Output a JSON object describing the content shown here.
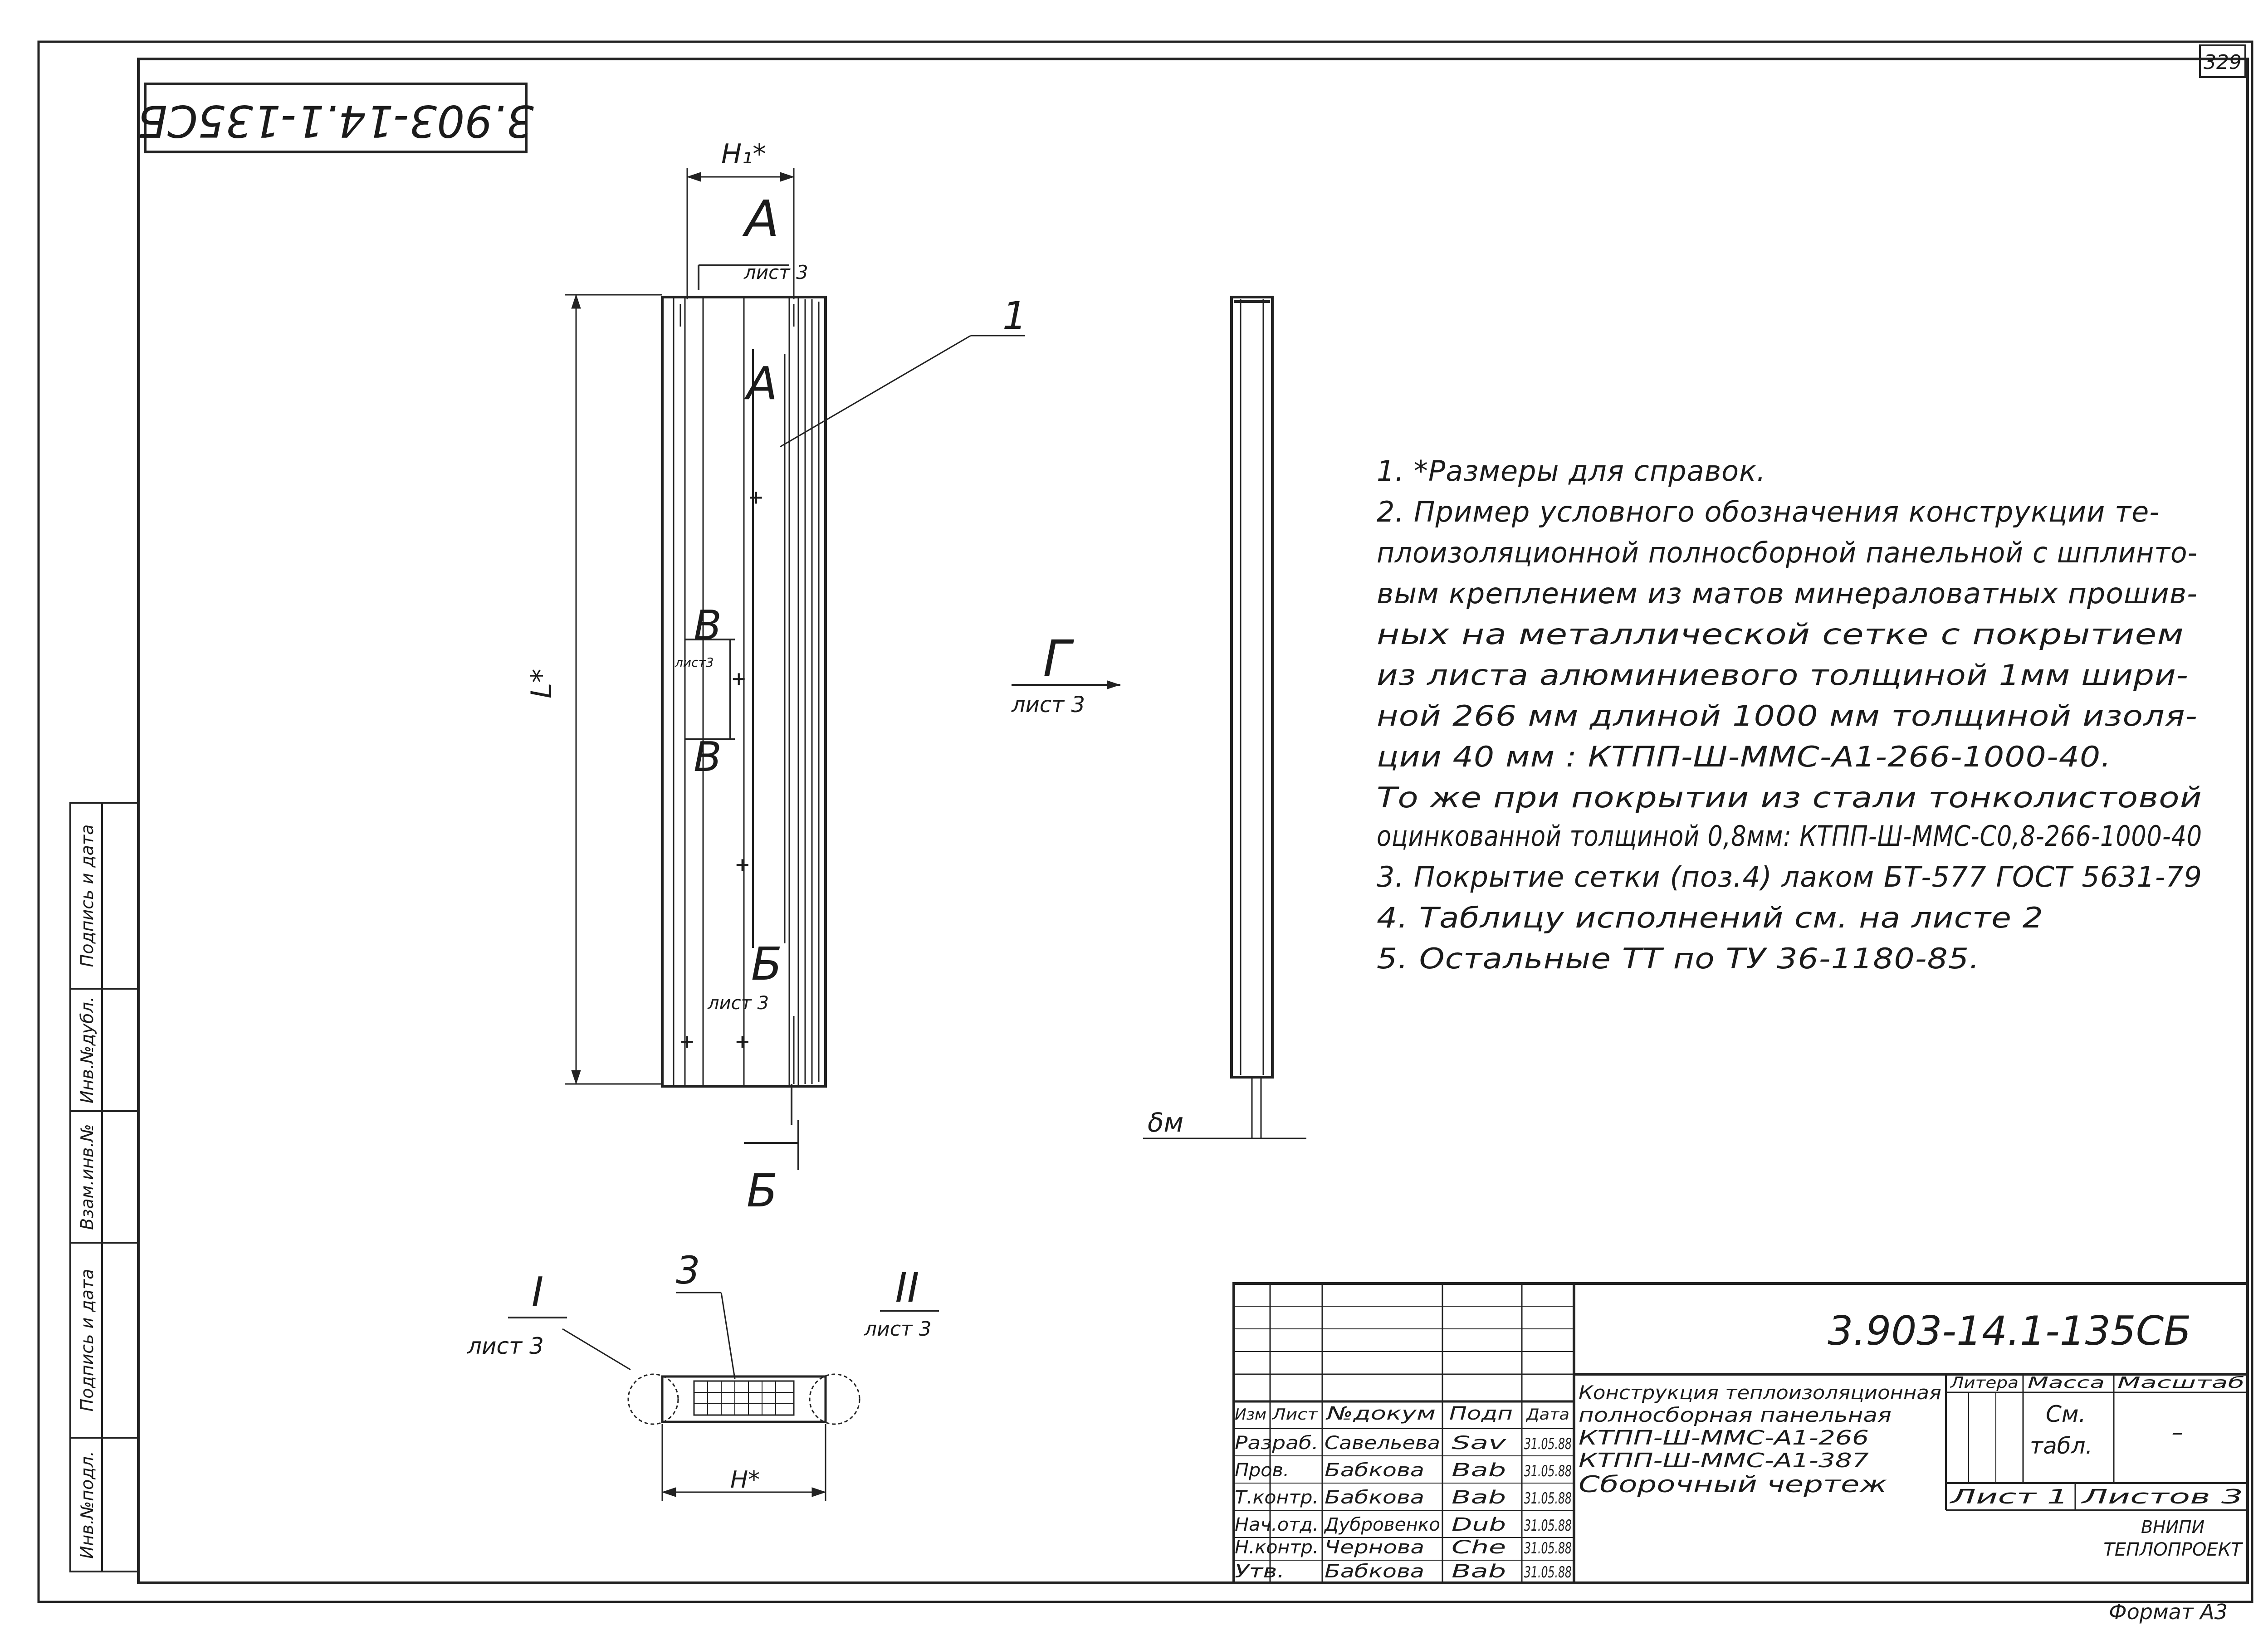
{
  "sheet_number": "329",
  "doc_code_rotated": "3.903-14.1-135СБ",
  "format_label": "Формат А3",
  "drawing": {
    "dim_h1": "H₁*",
    "dim_h": "H*",
    "dim_l": "L*",
    "dim_delta": "δм",
    "section_a": "А",
    "section_b": "Б",
    "section_v": "В",
    "section_g": "Г",
    "section_i": "I",
    "section_ii": "II",
    "sheet_ref": "лист 3",
    "sheet_ref_b": "лист 3",
    "sheet_ref_v": "лист3",
    "sheet_ref_g": "лист 3",
    "sheet_ref_i": "лист 3",
    "sheet_ref_ii": "лист 3",
    "pos_1": "1",
    "pos_3": "3"
  },
  "notes": [
    "1. *Размеры для справок.",
    "2. Пример условного обозначения конструкции те-",
    "плоизоляционной полносборной панельной с шплинто-",
    "вым креплением из матов минераловатных прошив-",
    "ных на металлической сетке с покрытием",
    "из листа алюминиевого толщиной 1мм шири-",
    "ной 266 мм длиной 1000 мм толщиной изоля-",
    "ции 40 мм : КТПП-Ш-ММС-А1-266-1000-40.",
    "То же при покрытии из стали тонколистовой",
    "оцинкованной толщиной 0,8мм: КТПП-Ш-ММС-С0,8-266-1000-40",
    "3. Покрытие сетки (поз.4) лаком БТ-577 ГОСТ 5631-79",
    "4. Таблицу исполнений см. на листе 2",
    "5. Остальные ТТ по ТУ 36-1180-85."
  ],
  "side_stamp": [
    "Инв.№подл.",
    "Подпись и дата",
    "Взам.инв.№",
    "Инв.№дубл.",
    "Подпись и дата"
  ],
  "title_block": {
    "doc_code": "3.903-14.1-135СБ",
    "title_lines": [
      "Конструкция теплоизоляционная",
      "полносборная панельная",
      "КТПП-Ш-ММС-А1-266",
      "КТПП-Ш-ММС-А1-387",
      "Сборочный чертеж"
    ],
    "header": {
      "izm": "Изм",
      "list": "Лист",
      "ndoc": "№докум",
      "podp": "Подп",
      "data": "Дата"
    },
    "roles": [
      {
        "role": "Разраб.",
        "name": "Савельева",
        "sign": "Sav",
        "date": "31.05.88"
      },
      {
        "role": "Пров.",
        "name": "Бабкова",
        "sign": "Bab",
        "date": "31.05.88"
      },
      {
        "role": "Т.контр.",
        "name": "Бабкова",
        "sign": "Bab",
        "date": "31.05.88"
      },
      {
        "role": "Нач.отд.",
        "name": "Дубровенко",
        "sign": "Dub",
        "date": "31.05.88"
      },
      {
        "role": "Н.контр.",
        "name": "Чернова",
        "sign": "Che",
        "date": "31.05.88"
      },
      {
        "role": "Утв.",
        "name": "Бабкова",
        "sign": "Bab",
        "date": "31.05.88"
      }
    ],
    "litera_label": "Литера",
    "massa_label": "Масса",
    "masshtab_label": "Масштаб",
    "massa_value_1": "См.",
    "massa_value_2": "табл.",
    "masshtab_value": "–",
    "sheet_label": "Лист 1",
    "sheets_label": "Листов 3",
    "org_1": "ВНИПИ",
    "org_2": "ТЕПЛОПРОЕКТ"
  }
}
